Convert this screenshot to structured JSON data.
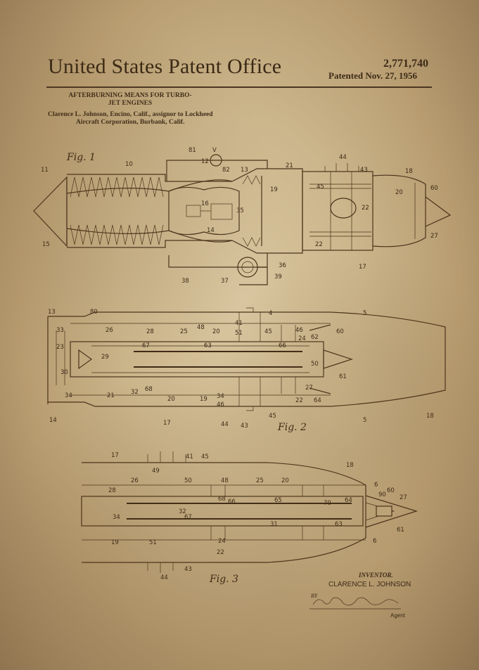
{
  "header": {
    "office_title": "United States Patent Office",
    "patent_number": "2,771,740",
    "patent_date": "Patented Nov. 27, 1956",
    "invention_title": "AFTERBURNING MEANS FOR TURBO-JET ENGINES",
    "inventor_line_1": "Clarence L. Johnson, Encino, Calif., assignor to Lockheed",
    "inventor_line_2": "Aircraft Corporation, Burbank, Calif."
  },
  "figures": {
    "fig1_caption": "Fig. 1",
    "fig2_caption": "Fig. 2",
    "fig3_caption": "Fig. 3",
    "fig1_labels": [
      "11",
      "10",
      "81",
      "V",
      "82",
      "12",
      "13",
      "21",
      "44",
      "43",
      "18",
      "45",
      "19",
      "20",
      "60",
      "16",
      "35",
      "22",
      "14",
      "15",
      "22",
      "27",
      "17",
      "38",
      "37",
      "36",
      "39"
    ],
    "fig2_labels": [
      "13",
      "80",
      "4",
      "5",
      "33",
      "26",
      "41",
      "45",
      "46",
      "60",
      "28",
      "25",
      "48",
      "20",
      "51",
      "24",
      "62",
      "23",
      "67",
      "63",
      "66",
      "29",
      "30",
      "32",
      "68",
      "20",
      "19",
      "34",
      "46",
      "22",
      "27",
      "64",
      "61",
      "34",
      "21",
      "43",
      "44",
      "45",
      "5",
      "14",
      "17",
      "18",
      "50"
    ],
    "fig3_labels": [
      "17",
      "41",
      "45",
      "18",
      "49",
      "50",
      "26",
      "48",
      "25",
      "20",
      "6",
      "60",
      "28",
      "90",
      "27",
      "32",
      "68",
      "66",
      "65",
      "70",
      "64",
      "34",
      "67",
      "31",
      "63",
      "61",
      "51",
      "24",
      "19",
      "22",
      "6",
      "44",
      "43"
    ]
  },
  "signature": {
    "inventor_heading": "INVENTOR.",
    "inventor_name": "CLARENCE L. JOHNSON",
    "by_label": "BY",
    "signature_text": "George Sullivan",
    "agent_label": "Agent"
  },
  "colors": {
    "ink": "#3a2815",
    "paper": "#ccb68c",
    "vignette": "#8f7450"
  }
}
